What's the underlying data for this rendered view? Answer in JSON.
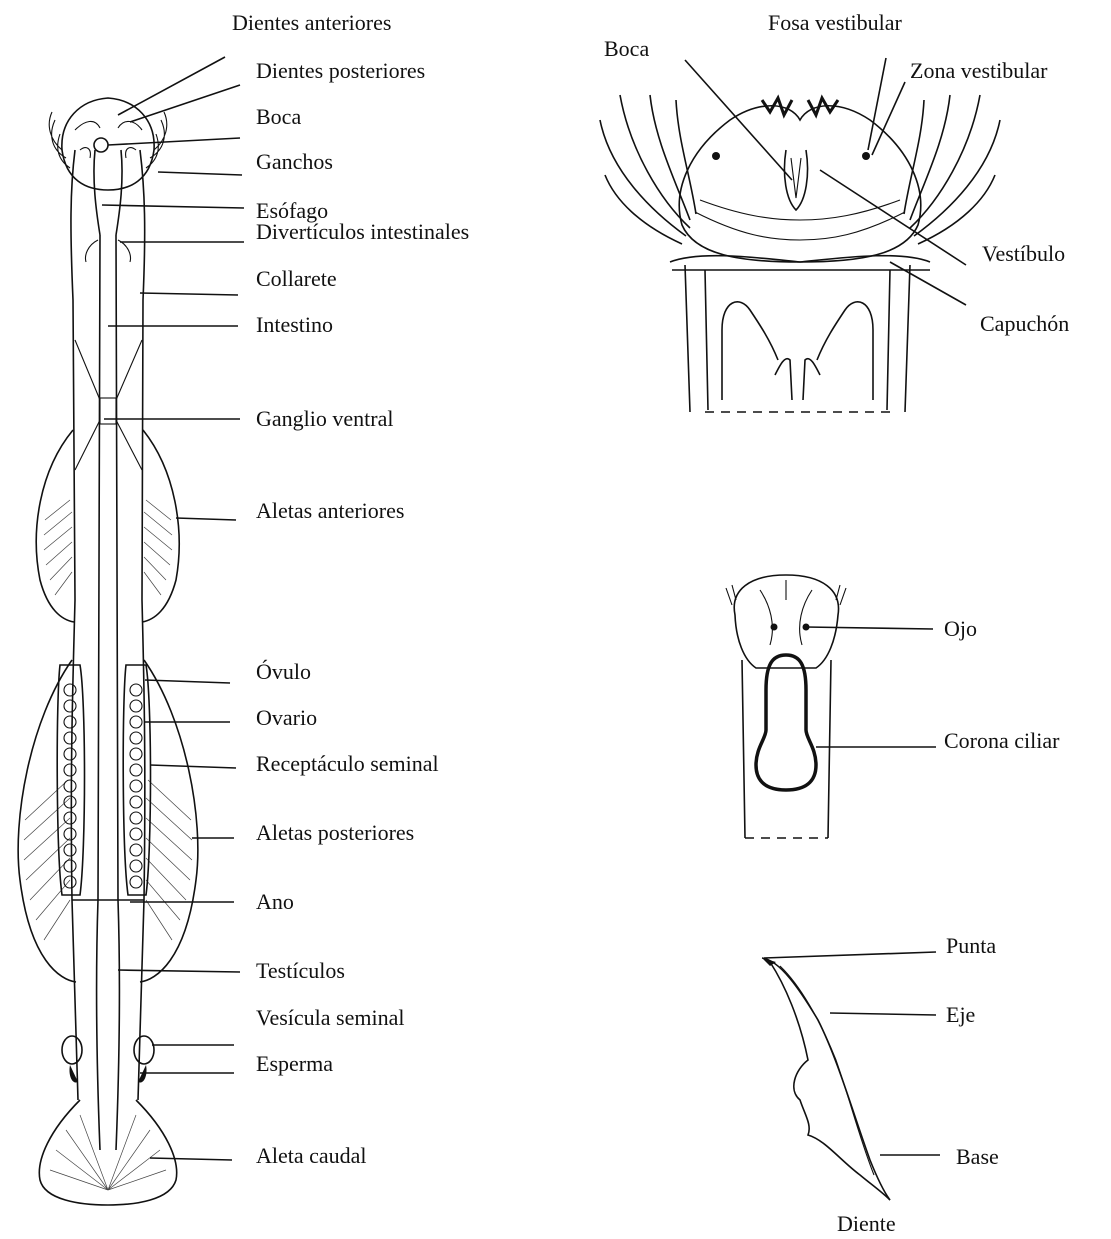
{
  "labels": {
    "main": {
      "dientes_anteriores": "Dientes anteriores",
      "dientes_posteriores": "Dientes posteriores",
      "boca": "Boca",
      "ganchos": "Ganchos",
      "esofago": "Esófago",
      "diverticulos": "Divertículos intestinales",
      "collarete": "Collarete",
      "intestino": "Intestino",
      "ganglio": "Ganglio ventral",
      "aletas_anteriores": "Aletas anteriores",
      "ovulo": "Óvulo",
      "ovario": "Ovario",
      "receptaculo": "Receptáculo seminal",
      "aletas_posteriores": "Aletas posteriores",
      "ano": "Ano",
      "testiculos": "Testículos",
      "vesicula": "Vesícula seminal",
      "esperma": "Esperma",
      "aleta_caudal": "Aleta caudal"
    },
    "head": {
      "fosa": "Fosa vestibular",
      "boca": "Boca",
      "zona": "Zona vestibular",
      "vestibulo": "Vestíbulo",
      "capuchon": "Capuchón"
    },
    "dorsal": {
      "ojo": "Ojo",
      "corona": "Corona ciliar"
    },
    "tooth": {
      "punta": "Punta",
      "eje": "Eje",
      "base": "Base",
      "caption": "Diente"
    }
  }
}
